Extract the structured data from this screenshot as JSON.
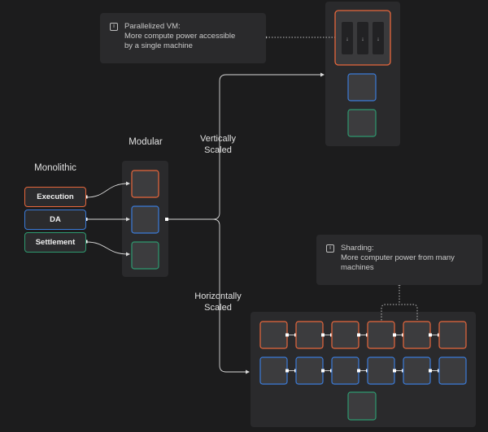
{
  "titles": {
    "monolithic": "Monolithic",
    "modular": "Modular",
    "vertical_line1": "Vertically",
    "vertical_line2": "Scaled",
    "horizontal_line1": "Horizontally",
    "horizontal_line2": "Scaled"
  },
  "layers": [
    {
      "label": "Execution",
      "color": "#e8673c"
    },
    {
      "label": "DA",
      "color": "#3b7bd9"
    },
    {
      "label": "Settlement",
      "color": "#2e9a70"
    }
  ],
  "callouts": {
    "parallel": {
      "icon": "info-icon",
      "title": "Parallelized VM:",
      "line1": "More compute power accessible",
      "line2": "by a single machine"
    },
    "sharding": {
      "icon": "info-icon",
      "title": "Sharding:",
      "line1": "More computer power from many",
      "line2": "machines"
    }
  },
  "colors": {
    "execution": "#e8673c",
    "da": "#3b7bd9",
    "settlement": "#2e9a70",
    "panel": "#2a2a2c",
    "block": "#3c3c3e",
    "connector": "#d8d8d8"
  }
}
